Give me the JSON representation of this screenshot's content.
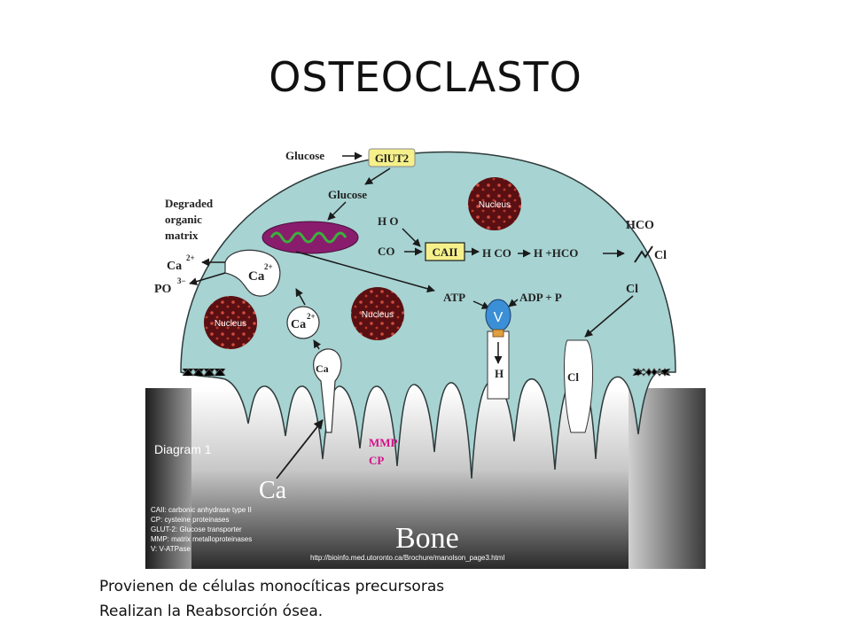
{
  "slide": {
    "title": "OSTEOCLASTO",
    "captions": [
      "Provienen de células monocíticas precursoras",
      "Realizan la Reabsorción ósea."
    ]
  },
  "diagram": {
    "glucose_in": "Glucose",
    "glut": "GlUT2",
    "glucose_inner": "Glucose",
    "degraded": [
      "Degraded",
      "organic",
      "matrix"
    ],
    "h2o": "H O",
    "co2": "CO",
    "caii": "CAII",
    "h2co3": "H CO",
    "h_hco3": "H +HCO",
    "hco3_out": "HCO",
    "cl_out": "Cl",
    "cl_mid": "Cl",
    "cl_in": "Cl",
    "atp": "ATP",
    "adp_p": "ADP + P",
    "v_pump": "V",
    "h_out": "H",
    "nucleus": "Nucleus",
    "ca_labels": [
      "Ca",
      "Ca",
      "Ca",
      "Ca"
    ],
    "po4": "PO",
    "mmp": "MMP",
    "cp": "CP",
    "ca_bone": "Ca",
    "bone": "Bone",
    "diagram_label": "Diagram 1",
    "legend": [
      "CAII: carbonic anhydrase type II",
      "CP: cysteine proteinases",
      "GLUT-2: Glucose transporter",
      "MMP: matrix metalloproteinases",
      "V: V-ATPase"
    ],
    "url": "http://bioinfo.med.utoronto.ca/Brochure/manolson_page3.html",
    "colors": {
      "cell": "#a7d3d2",
      "cell_border": "#2e3a3a",
      "nucleus": "#5a1012",
      "nucleus_spots": "#d04a3e",
      "mito": "#8a1c6e",
      "mito_inner": "#3bb13b",
      "glut_box": "#f6f08a",
      "pump": "#3a8fd6",
      "mmp": "#d4118a",
      "bone_dark": "#2a2a2a"
    }
  }
}
